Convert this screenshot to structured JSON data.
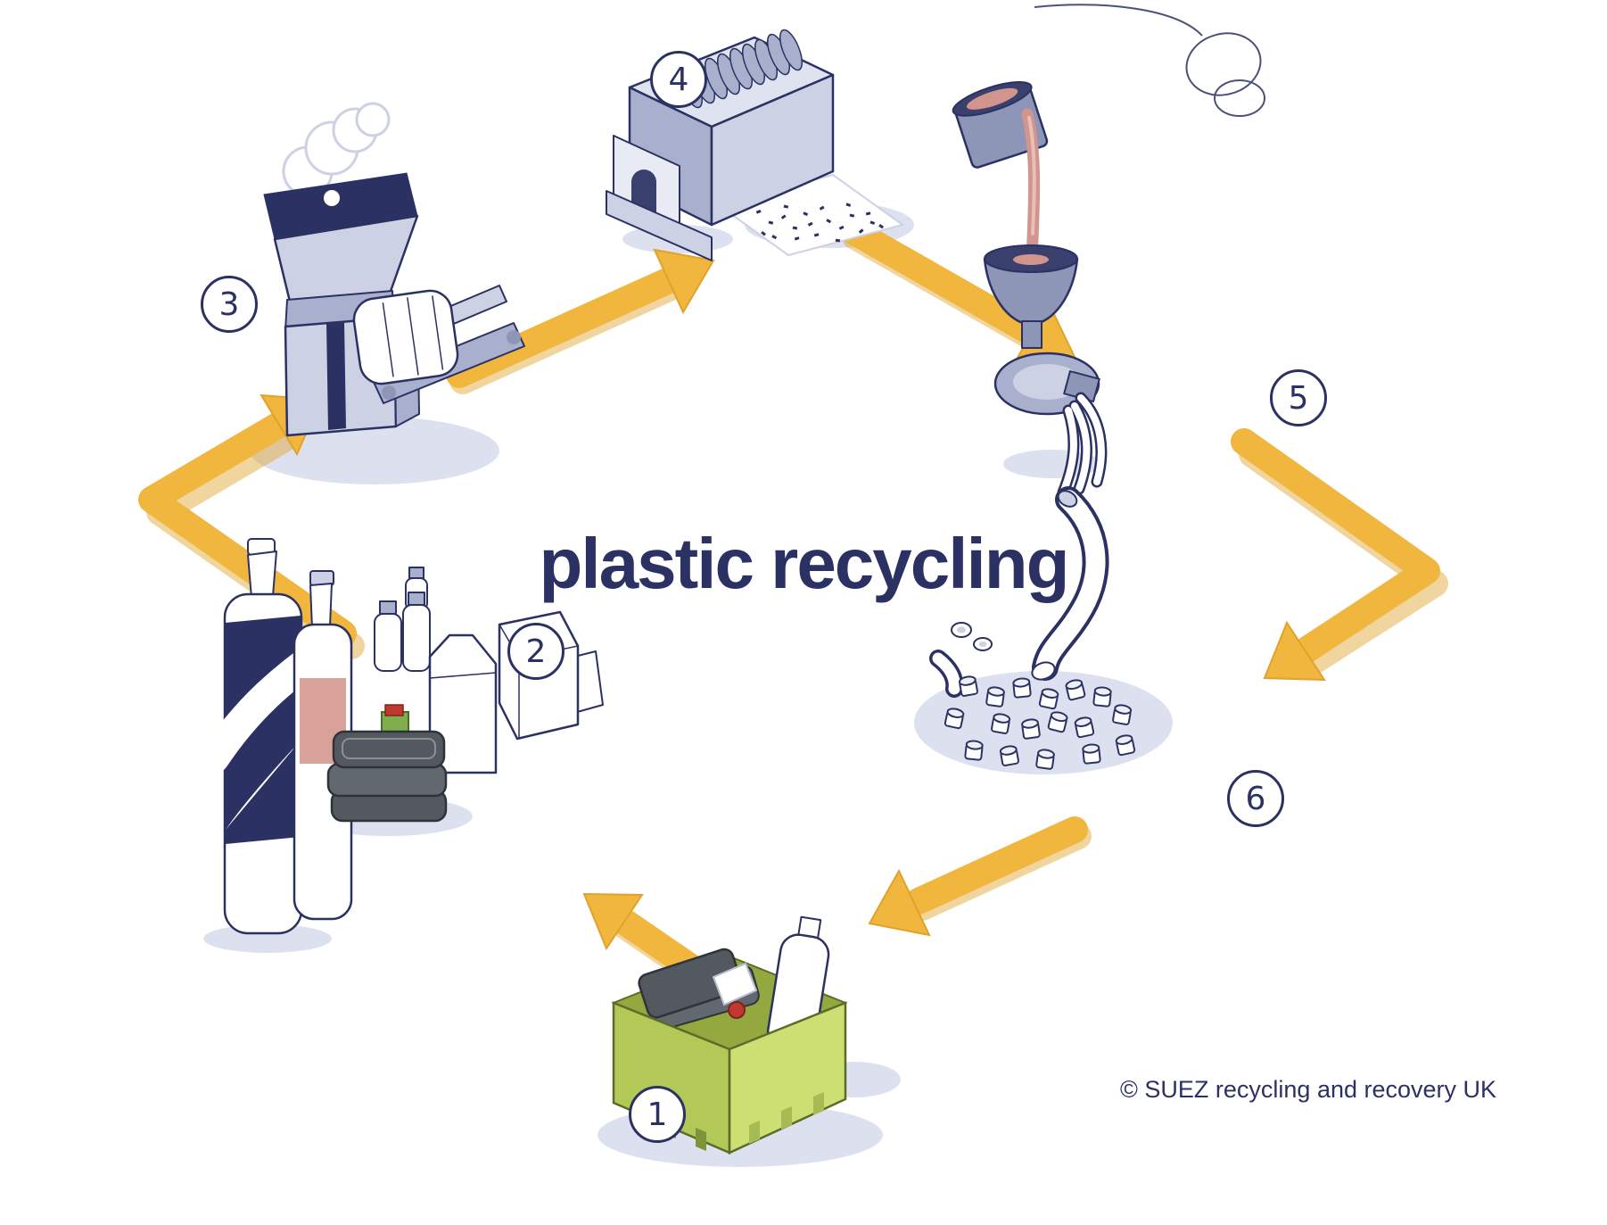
{
  "title": "plastic recycling",
  "copyright": "© SUEZ recycling and recovery UK",
  "steps": [
    {
      "number": "1",
      "icon": "collection-box-icon"
    },
    {
      "number": "2",
      "icon": "plastic-items-icon"
    },
    {
      "number": "3",
      "icon": "baler-machine-icon"
    },
    {
      "number": "4",
      "icon": "shredder-machine-icon"
    },
    {
      "number": "5",
      "icon": "melt-extruder-icon"
    },
    {
      "number": "6",
      "icon": "pellets-icon"
    }
  ],
  "colors": {
    "navy": "#2b3263",
    "arrow_yellow": "#f1b63e",
    "arrow_shade": "#e0a22a",
    "machine_light": "#ccd2e4",
    "machine_mid": "#a9b0cd",
    "machine_dark": "#8e96b8",
    "green_light": "#cdde73",
    "green_mid": "#b3c957",
    "green_dark": "#93a83e",
    "tray_dark": "#54595f",
    "shadow": "#dde1ef",
    "molten": "#d2958d"
  }
}
